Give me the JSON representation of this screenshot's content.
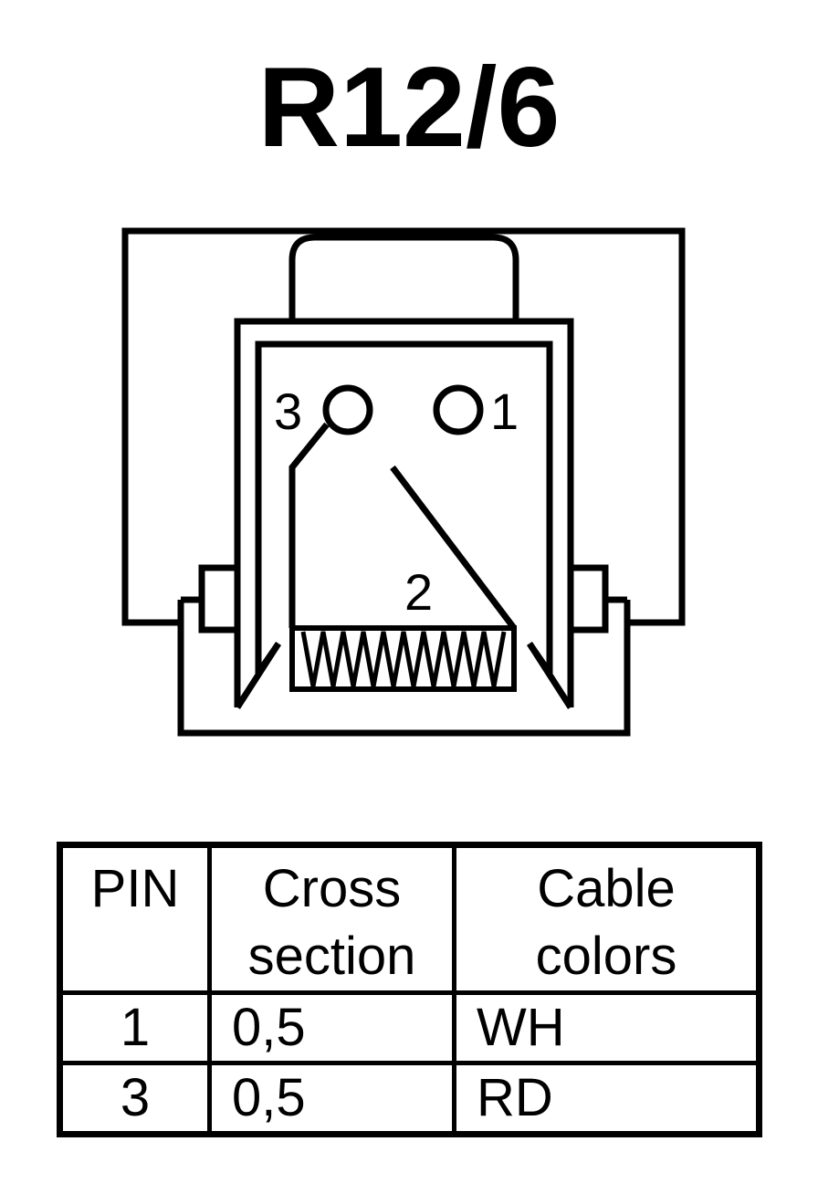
{
  "title": "R12/6",
  "pins": {
    "pin1": "1",
    "pin2": "2",
    "pin3": "3"
  },
  "table": {
    "headers": {
      "pin": "PIN",
      "cross_line1": "Cross",
      "cross_line2": "section",
      "colors_line1": "Cable",
      "colors_line2": "colors"
    },
    "rows": [
      {
        "pin": "1",
        "cross_section": "0,5",
        "color": "WH"
      },
      {
        "pin": "3",
        "cross_section": "0,5",
        "color": "RD"
      }
    ]
  }
}
